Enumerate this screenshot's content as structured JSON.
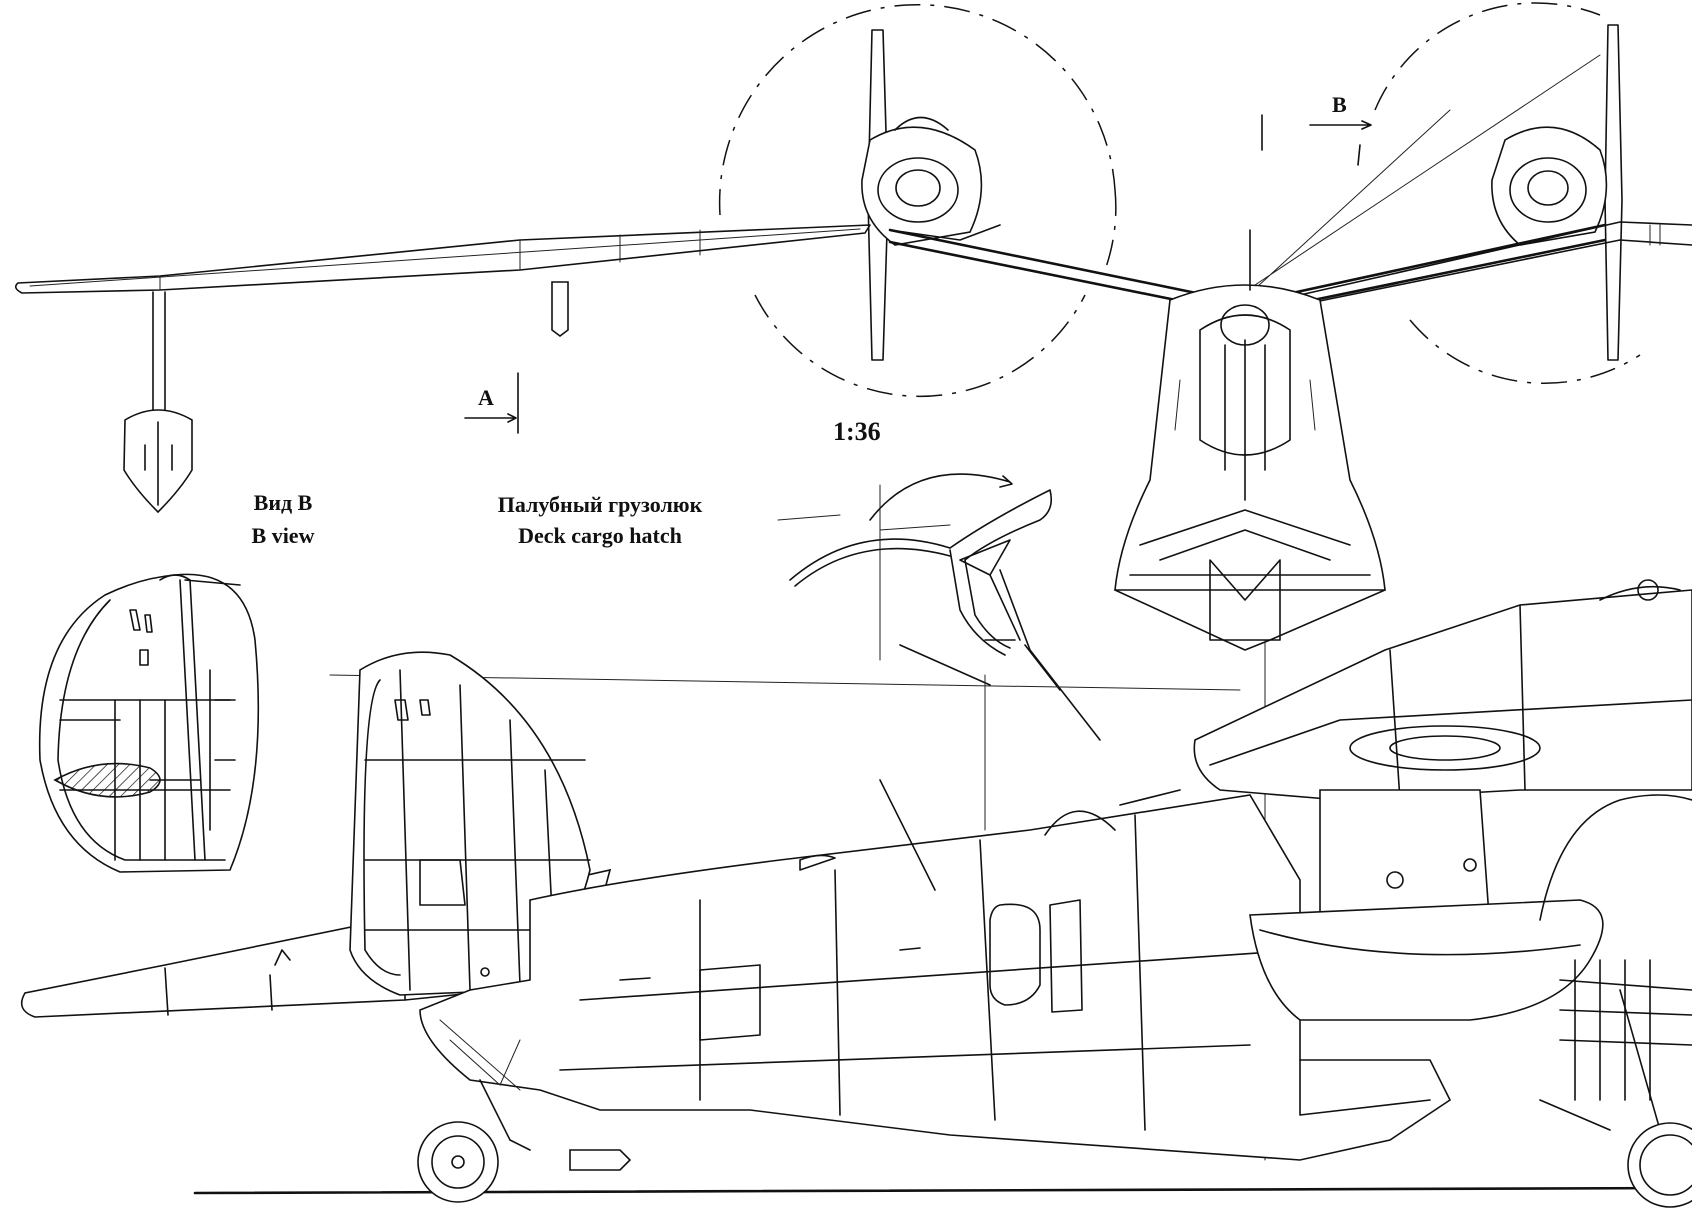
{
  "labels": {
    "scale": "1:36",
    "view_b_ru": "Вид B",
    "view_b_en": "B view",
    "hatch_ru": "Палубный грузолюк",
    "hatch_en": "Deck cargo hatch",
    "marker_a": "A",
    "marker_b": "B"
  }
}
